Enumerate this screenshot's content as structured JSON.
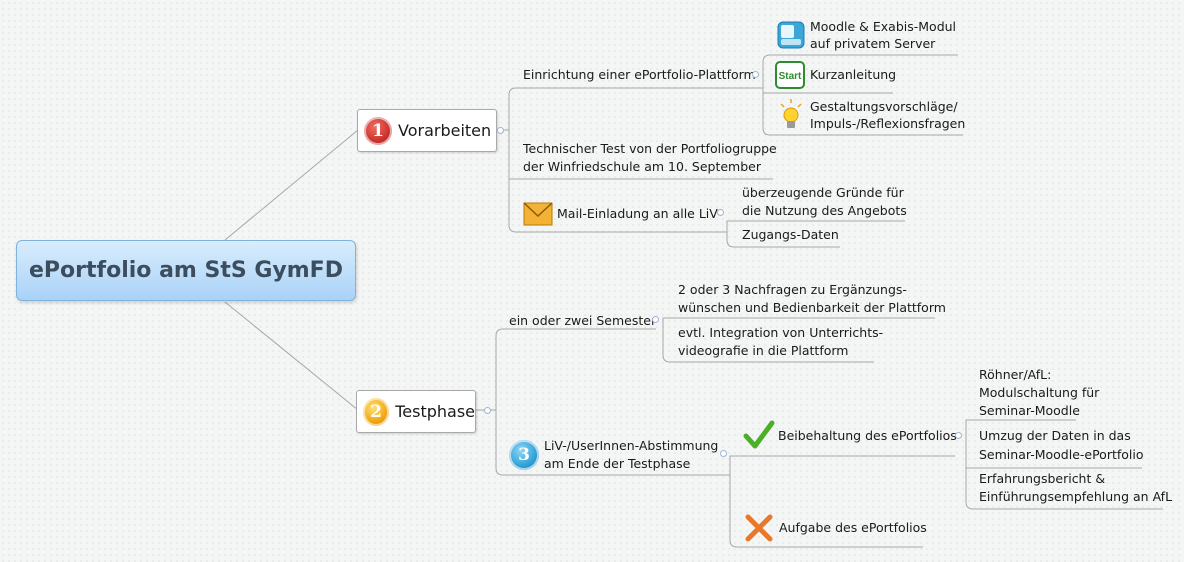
{
  "root": {
    "title": "ePortfolio am StS GymFD"
  },
  "branch1": {
    "number": "1",
    "title": "Vorarbeiten",
    "items": {
      "plattform": "Einrichtung einer ePortfolio-Plattform",
      "moodle_l1": "Moodle & Exabis-Modul",
      "moodle_l2": "auf privatem Server",
      "start_icon_text": "Start",
      "kurzanleitung": "Kurzanleitung",
      "gestalt_l1": "Gestaltungsvorschläge/",
      "gestalt_l2": "Impuls-/Reflexionsfragen",
      "test_l1": "Technischer Test von der Portfoliogruppe",
      "test_l2": "der Winfriedschule am 10. September",
      "mail": "Mail-Einladung an alle LiV",
      "gruende_l1": "überzeugende Gründe für",
      "gruende_l2": "die Nutzung des Angebots",
      "zugang": "Zugangs-Daten"
    }
  },
  "branch2": {
    "number": "2",
    "title": "Testphase",
    "items": {
      "semester": "ein oder zwei Semester",
      "nachfragen_l1": "2 oder 3 Nachfragen zu Ergänzungs-",
      "nachfragen_l2": "wünschen und Bedienbarkeit der Plattform",
      "integration_l1": "evtl. Integration von Unterrichts-",
      "integration_l2": "videografie in die Plattform",
      "abstimmung_number": "3",
      "abstimmung_l1": "LiV-/UserInnen-Abstimmung",
      "abstimmung_l2": "am Ende der Testphase",
      "beibehaltung": "Beibehaltung des ePortfolios",
      "roehner_l1": "Röhner/AfL:",
      "roehner_l2": "Modulschaltung für",
      "roehner_l3": "Seminar-Moodle",
      "umzug_l1": "Umzug der Daten in das",
      "umzug_l2": "Seminar-Moodle-ePortfolio",
      "bericht_l1": "Erfahrungsbericht &",
      "bericht_l2": "Einführungsempfehlung an AfL",
      "aufgabe": "Aufgabe des ePortfolios"
    }
  },
  "colors": {
    "line": "#a7a7a7",
    "num1": "#c9302c",
    "num2": "#f0a30a",
    "num3": "#2d9fd5",
    "check": "#4caf2a",
    "cross": "#e8792a"
  }
}
